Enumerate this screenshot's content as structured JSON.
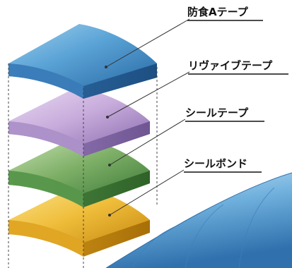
{
  "layers": [
    {
      "label": "防食Aテープ"
    },
    {
      "label": "リヴァイブテープ"
    },
    {
      "label": "シールテープ"
    },
    {
      "label": "シールボンド"
    }
  ]
}
